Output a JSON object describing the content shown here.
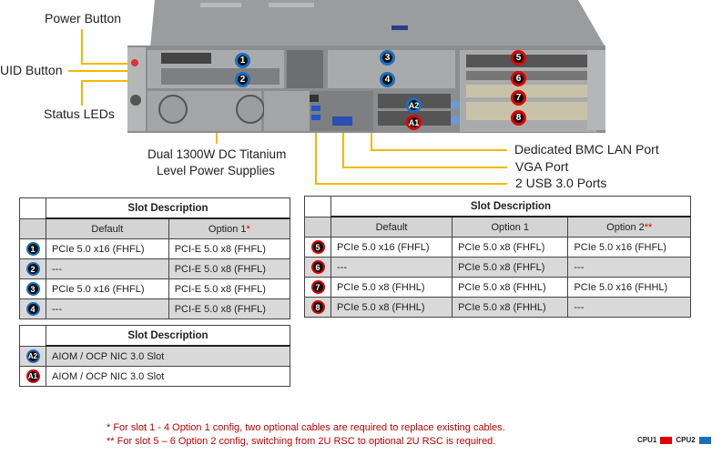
{
  "callouts": {
    "power_button": "Power Button",
    "uid_button": "UID Button",
    "status_leds": "Status LEDs",
    "psu_line1": "Dual 1300W DC Titanium",
    "psu_line2": "Level Power Supplies",
    "bmc_lan": "Dedicated BMC LAN Port",
    "vga": "VGA Port",
    "usb": "2 USB 3.0 Ports"
  },
  "chassis_badges": {
    "s1": "1",
    "s2": "2",
    "s3": "3",
    "s4": "4",
    "s5": "5",
    "s6": "6",
    "s7": "7",
    "s8": "8",
    "a1": "A1",
    "a2": "A2"
  },
  "colors": {
    "cpu1": "#e00000",
    "cpu2": "#1a6fc0",
    "callout_line": "#f5b800",
    "note_text": "#c00000"
  },
  "table_left": {
    "title": "Slot Description",
    "columns": [
      "Default",
      "Option 1"
    ],
    "option1_marker": "*",
    "rows": [
      {
        "slot": "1",
        "cpu": "cpu2",
        "default": "PCIe 5.0 x16 (FHFL)",
        "option1": "PCI-E 5.0 x8 (FHFL)"
      },
      {
        "slot": "2",
        "cpu": "cpu2",
        "default": "---",
        "option1": "PCI-E 5.0 x8 (FHFL)"
      },
      {
        "slot": "3",
        "cpu": "cpu2",
        "default": "PCIe 5.0 x16 (FHFL)",
        "option1": "PCI-E 5.0 x8 (FHFL)"
      },
      {
        "slot": "4",
        "cpu": "cpu2",
        "default": "---",
        "option1": "PCI-E 5.0 x8 (FHFL)"
      }
    ]
  },
  "table_right": {
    "title": "Slot Description",
    "columns": [
      "Default",
      "Option 1",
      "Option 2"
    ],
    "option2_marker": "**",
    "rows": [
      {
        "slot": "5",
        "cpu": "cpu1",
        "default": "PCIe 5.0 x16 (FHFL)",
        "option1": "PCIe 5.0 x8 (FHFL)",
        "option2": "PCIe 5.0 x16 (FHFL)"
      },
      {
        "slot": "6",
        "cpu": "cpu1",
        "default": "---",
        "option1": "PCIe 5.0 x8 (FHFL)",
        "option2": "---"
      },
      {
        "slot": "7",
        "cpu": "cpu1",
        "default": "PCIe 5.0 x8 (FHHL)",
        "option1": "PCIe 5.0 x8 (FHHL)",
        "option2": "PCIe 5.0 x16 (FHHL)"
      },
      {
        "slot": "8",
        "cpu": "cpu1",
        "default": "PCIe 5.0 x8 (FHHL)",
        "option1": "PCIe 5.0 x8 (FHHL)",
        "option2": "---"
      }
    ]
  },
  "table_aiom": {
    "title": "Slot Description",
    "rows": [
      {
        "slot": "A2",
        "cpu": "cpu2",
        "desc": "AIOM / OCP NIC 3.0 Slot"
      },
      {
        "slot": "A1",
        "cpu": "cpu1",
        "desc": "AIOM / OCP NIC 3.0 Slot"
      }
    ]
  },
  "notes": [
    "* For slot 1 - 4 Option 1 config, two optional cables are required  to replace  existing cables.",
    "** For slot 5 – 6 Option 2 config, switching from 2U RSC to optional 2U RSC is required."
  ],
  "legend": {
    "cpu1": "CPU1",
    "cpu2": "CPU2"
  }
}
